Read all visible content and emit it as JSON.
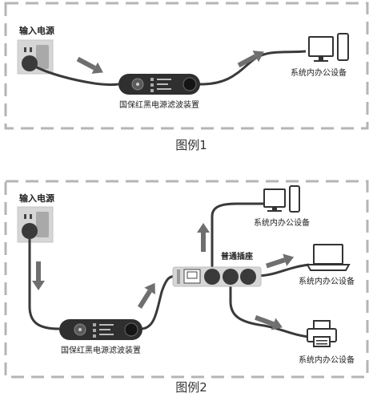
{
  "figure1": {
    "caption": "图例1",
    "input_label": "输入电源",
    "device_label": "国保红黑电源滤波装置",
    "office_label": "系统内办公设备"
  },
  "figure2": {
    "caption": "图例2",
    "input_label": "输入电源",
    "device_label": "国保红黑电源滤波装置",
    "strip_label": "普通插座",
    "office_labels": [
      "系统内办公设备",
      "系统内办公设备",
      "系统内办公设备"
    ]
  },
  "colors": {
    "border": "#b5b5b5",
    "cable": "#3a3a3a",
    "arrow": "#6f6f6f",
    "outlet": "#d6d6d6",
    "device": "#2f2f2f"
  }
}
